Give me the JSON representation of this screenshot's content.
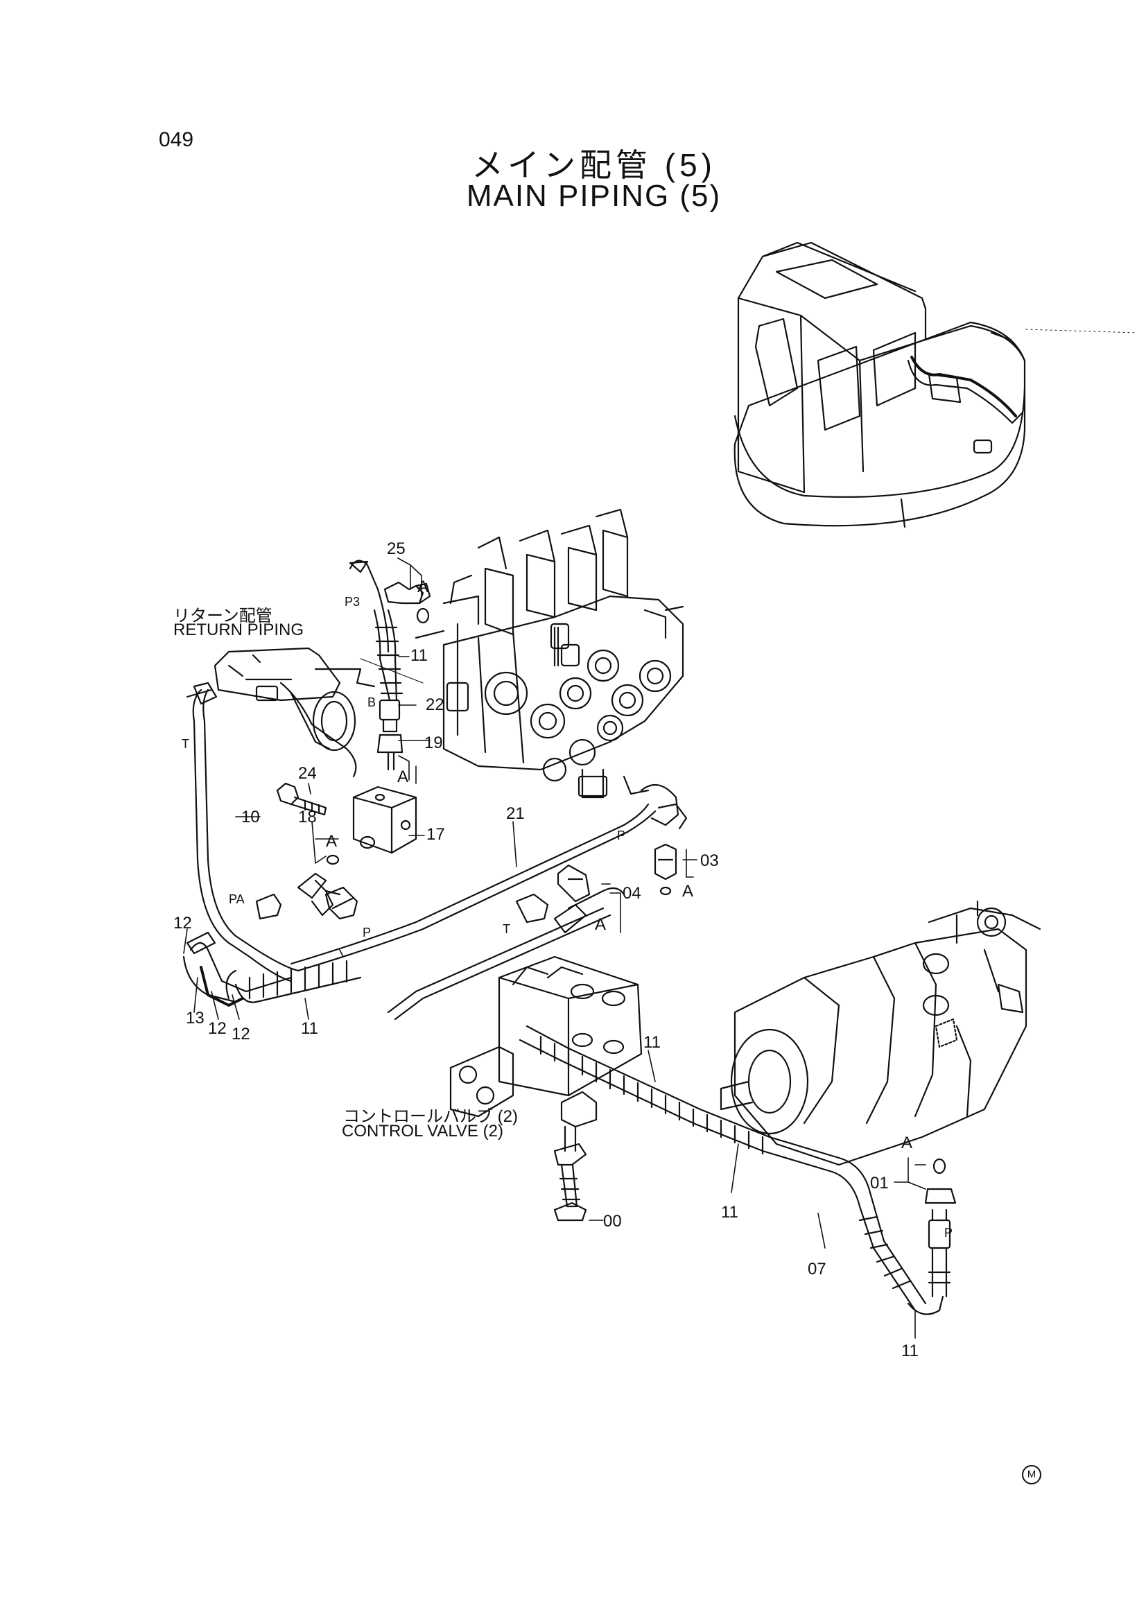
{
  "page_number": "049",
  "title": {
    "japanese": "メイン配管 (5)",
    "english": "MAIN PIPING (5)"
  },
  "callouts": {
    "return_piping_ja": "リターン配管",
    "return_piping_en": "RETURN PIPING",
    "control_valve_ja": "コントロールバルブ (2)",
    "control_valve_en": "CONTROL VALVE (2)"
  },
  "part_numbers": {
    "p25": "25",
    "p11a": "11",
    "p22": "22",
    "p19": "19",
    "p24": "24",
    "p17": "17",
    "p10": "10",
    "p18": "18",
    "p21": "21",
    "p03": "03",
    "p04": "04",
    "p12a": "12",
    "p13": "13",
    "p12b": "12",
    "p12c": "12",
    "p11b": "11",
    "p11c": "11",
    "p00": "00",
    "p01": "01",
    "p11d": "11",
    "p07": "07",
    "p11e": "11"
  },
  "port_labels": {
    "p3": "P3",
    "b": "B",
    "t1": "T",
    "pa": "PA",
    "p1": "P",
    "p2": "P",
    "t2": "T",
    "p4": "P"
  },
  "connector_labels": {
    "a1": "A",
    "a2": "A",
    "a3": "A",
    "a4": "A",
    "a5": "A",
    "a6": "A"
  },
  "mark": "M"
}
